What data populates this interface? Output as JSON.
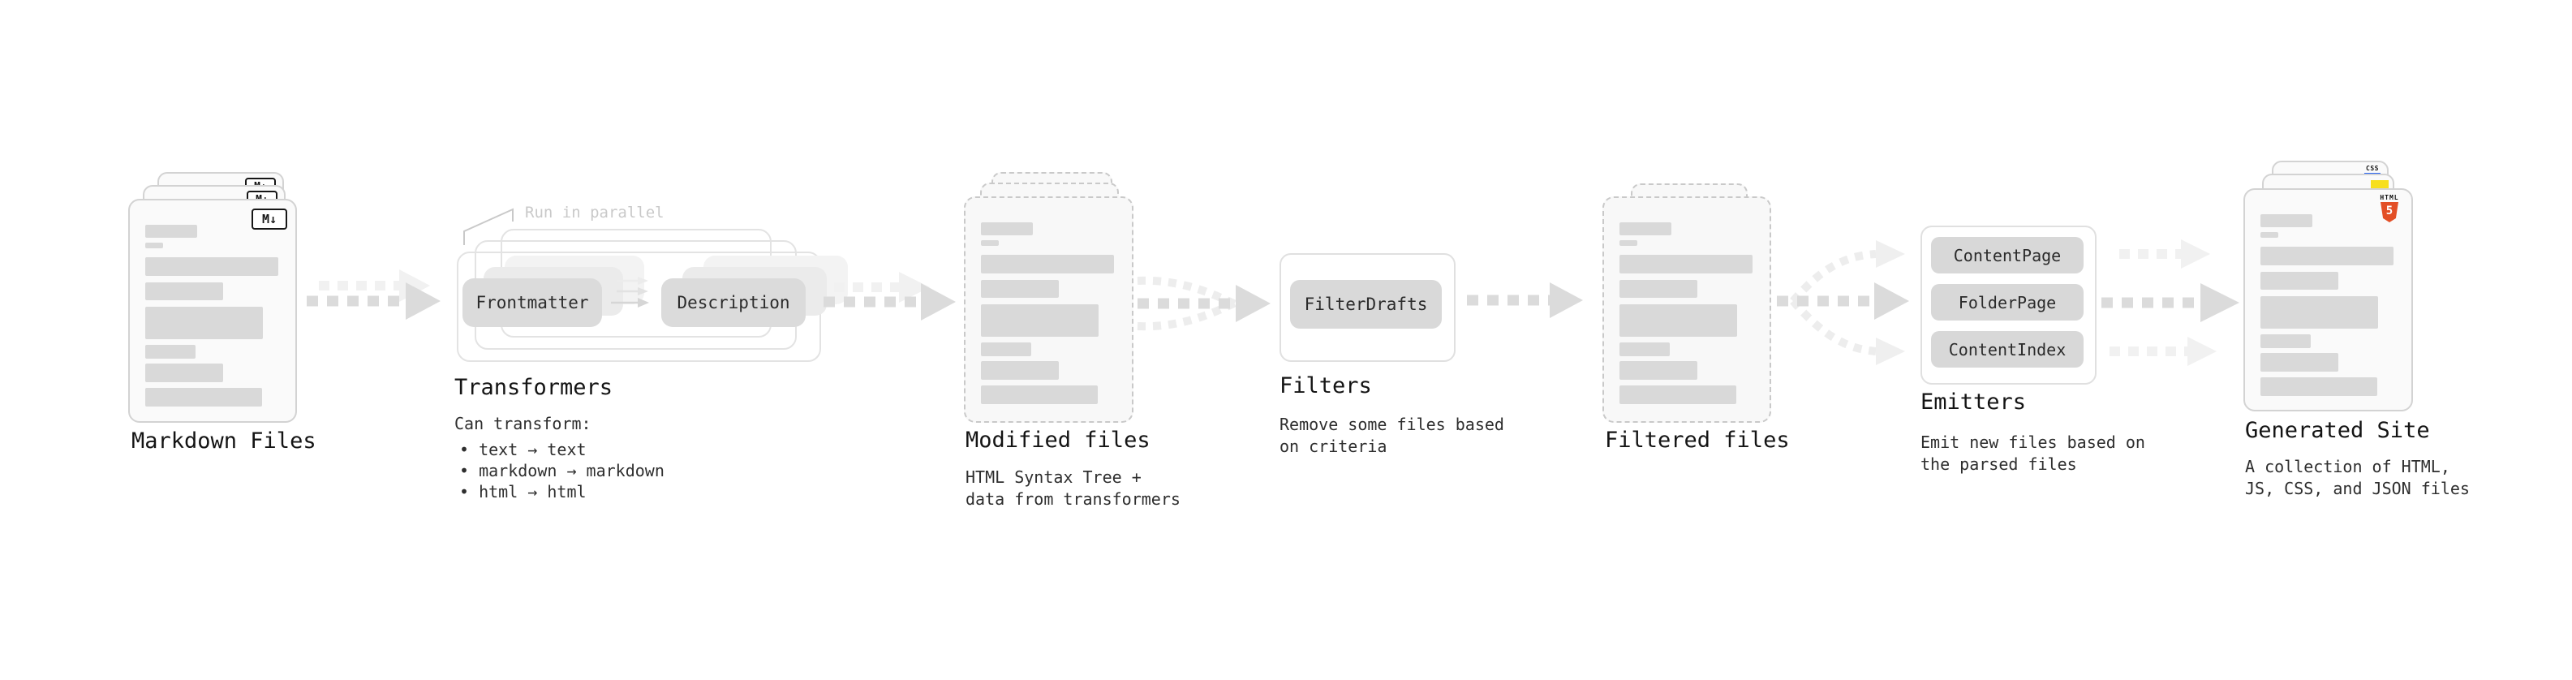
{
  "stages": {
    "markdown": {
      "label": "Markdown Files",
      "badge": "M↓"
    },
    "transformers": {
      "title": "Transformers",
      "callout": "Run in parallel",
      "frontmatter": "Frontmatter",
      "description": "Description",
      "subtitle": "Can transform:",
      "bullets": [
        "• text → text",
        "• markdown → markdown",
        "• html → html"
      ]
    },
    "modified": {
      "title": "Modified files",
      "subtitle1": "HTML Syntax Tree +",
      "subtitle2": "data from transformers"
    },
    "filters": {
      "title": "Filters",
      "button": "FilterDrafts",
      "subtitle1": "Remove some files based",
      "subtitle2": "on criteria"
    },
    "filtered": {
      "title": "Filtered files"
    },
    "emitters": {
      "title": "Emitters",
      "buttons": [
        "ContentPage",
        "FolderPage",
        "ContentIndex"
      ],
      "subtitle1": "Emit new files based on",
      "subtitle2": "the parsed files"
    },
    "generated": {
      "title": "Generated Site",
      "subtitle1": "A collection of HTML,",
      "subtitle2": "JS, CSS, and JSON files",
      "badge_html_label": "HTML",
      "badge_html_number": "5",
      "badge_css": "CSS"
    }
  },
  "colors": {
    "html5_orange": "#e34f26",
    "js_yellow": "#f7df1e",
    "css_blue": "#2965f1",
    "arrow_gray": "#dbdbdb",
    "arrow_ghost": "#f1f1f1",
    "placeholder_gray": "#d9d9d9"
  }
}
